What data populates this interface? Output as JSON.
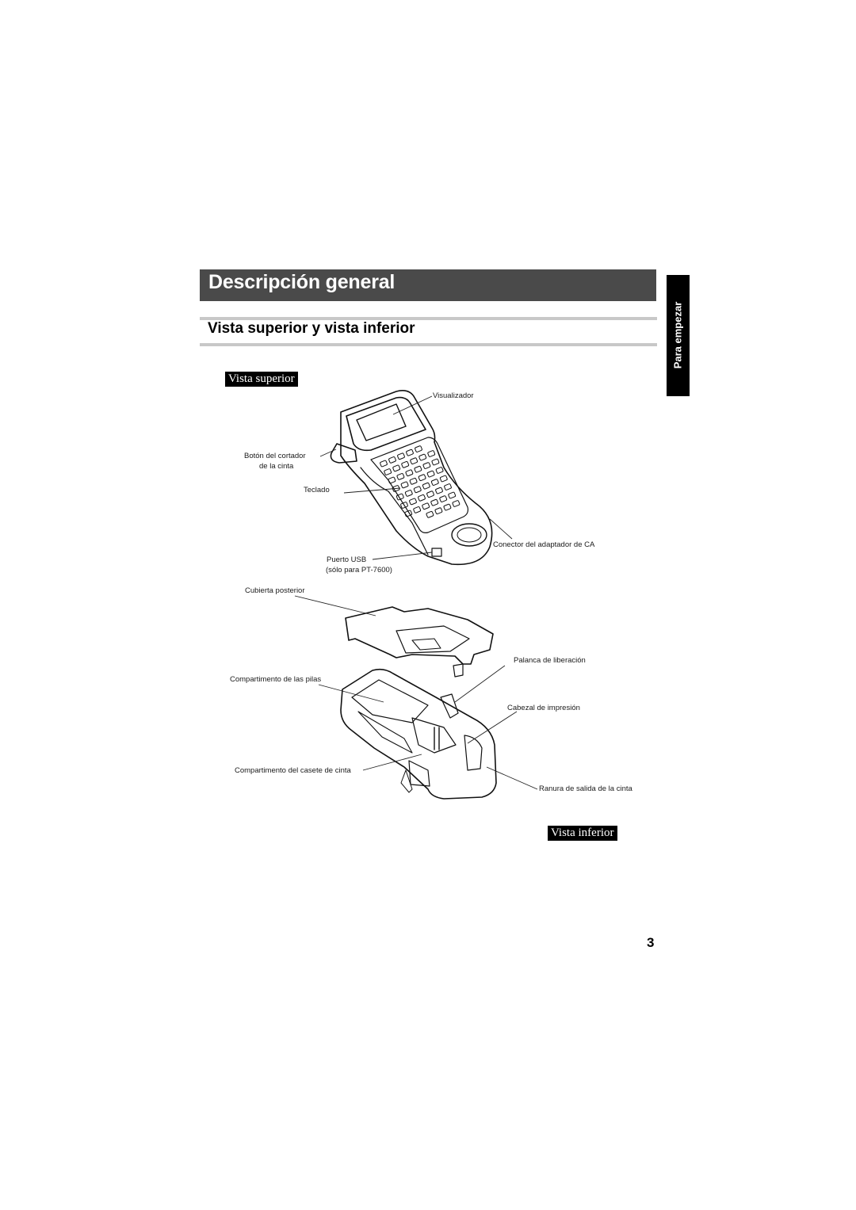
{
  "header": {
    "title": "Descripción general",
    "section_title": "Vista superior y vista inferior",
    "side_tab": "Para empezar"
  },
  "views": {
    "top_label": "Vista superior",
    "bottom_label": "Vista inferior"
  },
  "callouts": {
    "display": "Visualizador",
    "cutter_line1": "Botón del cortador",
    "cutter_line2": "de la cinta",
    "keyboard": "Teclado",
    "ac_connector": "Conector del adaptador de CA",
    "usb_line1": "Puerto USB",
    "usb_line2": "(sólo para PT-7600)",
    "back_cover": "Cubierta posterior",
    "release_lever": "Palanca de liberación",
    "battery_compartment": "Compartimento de las pilas",
    "print_head": "Cabezal de impresión",
    "cassette_compartment": "Compartimento del casete de cinta",
    "tape_exit": "Ranura de salida de la cinta"
  },
  "footer": {
    "page_number": "3"
  }
}
